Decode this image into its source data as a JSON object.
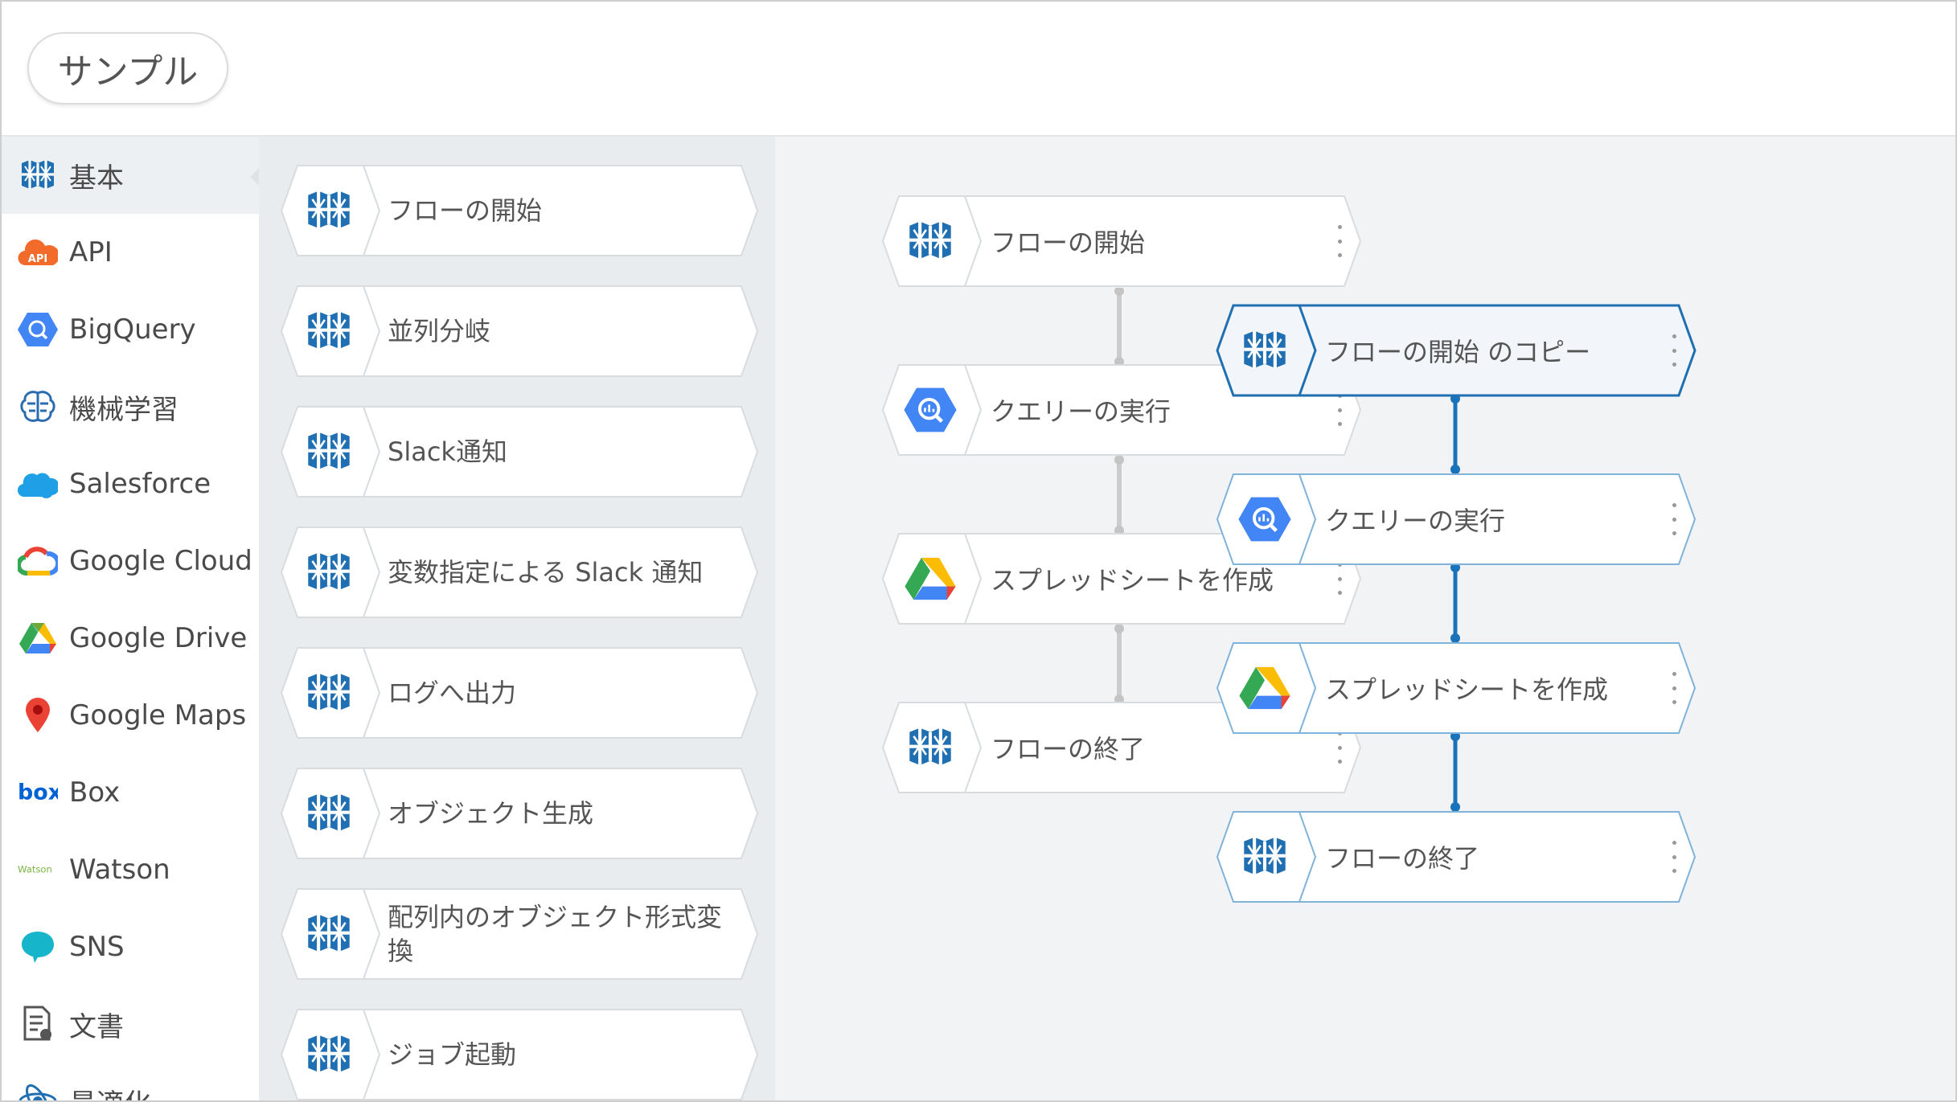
{
  "header": {
    "tab_label": "サンプル"
  },
  "sidebar": {
    "items": [
      {
        "label": "基本",
        "icon": "basic-blocks-icon",
        "active": true
      },
      {
        "label": "API",
        "icon": "api-cloud-icon"
      },
      {
        "label": "BigQuery",
        "icon": "bigquery-icon"
      },
      {
        "label": "機械学習",
        "icon": "brain-icon"
      },
      {
        "label": "Salesforce",
        "icon": "salesforce-cloud-icon"
      },
      {
        "label": "Google Cloud",
        "icon": "google-cloud-icon"
      },
      {
        "label": "Google Drive",
        "icon": "google-drive-icon"
      },
      {
        "label": "Google Maps",
        "icon": "map-pin-icon"
      },
      {
        "label": "Box",
        "icon": "box-logo-icon"
      },
      {
        "label": "Watson",
        "icon": "watson-logo-icon"
      },
      {
        "label": "SNS",
        "icon": "chat-bubble-icon"
      },
      {
        "label": "文書",
        "icon": "document-icon"
      },
      {
        "label": "最適化",
        "icon": "optimization-icon"
      }
    ]
  },
  "palette": {
    "items": [
      {
        "label": "フローの開始"
      },
      {
        "label": "並列分岐"
      },
      {
        "label": "Slack通知"
      },
      {
        "label": "変数指定による Slack 通知"
      },
      {
        "label": "ログへ出力"
      },
      {
        "label": "オブジェクト生成"
      },
      {
        "label": "配列内のオブジェクト形式変換"
      },
      {
        "label": "ジョブ起動"
      }
    ]
  },
  "canvas": {
    "flow_original": [
      {
        "label": "フローの開始",
        "icon": "basic-blocks-icon"
      },
      {
        "label": "クエリーの実行",
        "icon": "bigquery-icon"
      },
      {
        "label": "スプレッドシートを作成",
        "icon": "google-drive-icon"
      },
      {
        "label": "フローの終了",
        "icon": "basic-blocks-icon"
      }
    ],
    "flow_copy": [
      {
        "label": "フローの開始 のコピー",
        "icon": "basic-blocks-icon",
        "selected": true
      },
      {
        "label": "クエリーの実行",
        "icon": "bigquery-icon"
      },
      {
        "label": "スプレッドシートを作成",
        "icon": "google-drive-icon"
      },
      {
        "label": "フローの終了",
        "icon": "basic-blocks-icon"
      }
    ]
  },
  "colors": {
    "accent_blue": "#1f6fb2",
    "connector_gray": "#cccccc",
    "connector_blue": "#1a73b8",
    "bigquery_blue": "#4285f4"
  }
}
